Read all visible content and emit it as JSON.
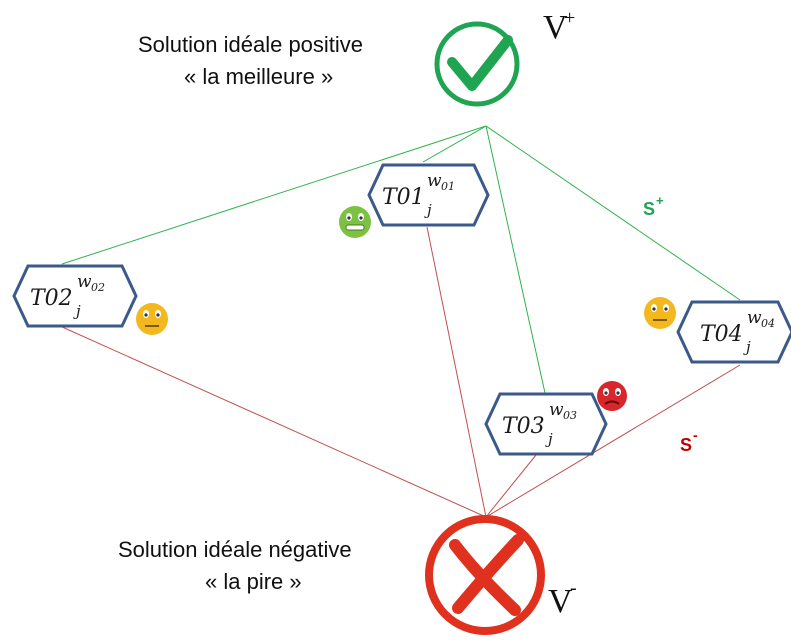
{
  "positive": {
    "line1": "Solution idéale positive",
    "line2": "« la meilleure »",
    "symbol": "V",
    "sup": "+"
  },
  "negative": {
    "line1": "Solution idéale négative",
    "line2": "« la pire »",
    "symbol": "V",
    "sup": "-"
  },
  "distance_positive": {
    "label": "S",
    "sup": "+"
  },
  "distance_negative": {
    "label": "S",
    "sup": "-"
  },
  "alternatives": [
    {
      "base": "T01",
      "sub": "j",
      "sup_w": "w",
      "sup_idx": "01",
      "face": "happy-face-icon"
    },
    {
      "base": "T02",
      "sub": "j",
      "sup_w": "w",
      "sup_idx": "02",
      "face": "neutral-face-icon"
    },
    {
      "base": "T03",
      "sub": "j",
      "sup_w": "w",
      "sup_idx": "03",
      "face": "sad-face-icon"
    },
    {
      "base": "T04",
      "sub": "j",
      "sup_w": "w",
      "sup_idx": "04",
      "face": "neutral-face-icon"
    }
  ],
  "colors": {
    "positive_green": "#1fa552",
    "negative_red": "#e0301e",
    "node_border": "#3b5a8a",
    "line_green": "#2fb34a",
    "line_red": "#c0504d",
    "happy": "#7cc242",
    "neutral": "#f2b81e",
    "sad": "#d8262c"
  }
}
